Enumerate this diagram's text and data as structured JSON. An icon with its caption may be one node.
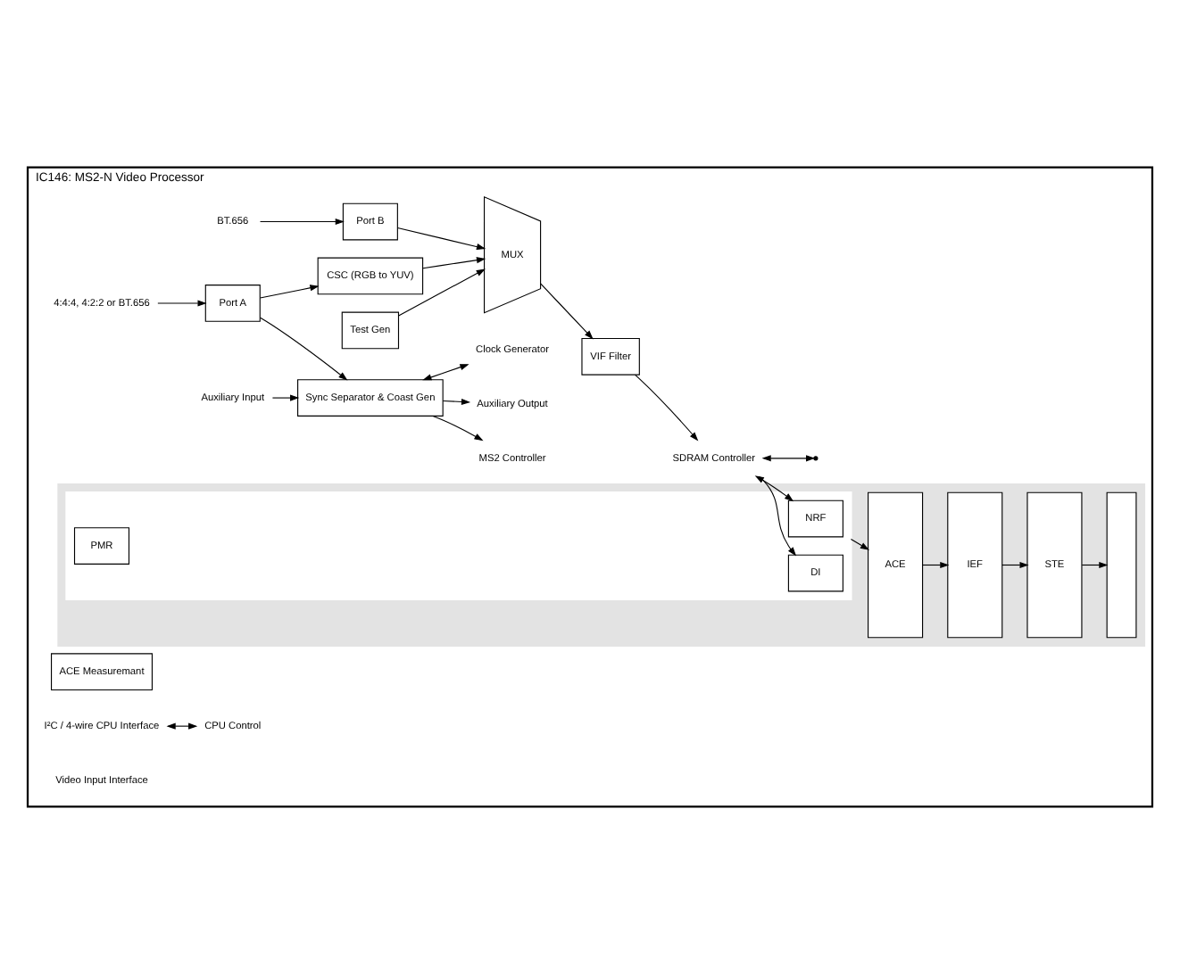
{
  "diagram": {
    "nodes": [
      {
        "text": [
          "IC146: MS2-N Video Processor"
        ]
      },
      {
        "text": [
          "BT.656"
        ],
        "in": 0
      },
      {
        "text": [
          "Port B"
        ],
        "in": 0
      },
      {
        "text": [
          "4:4:4, 4:2:2 or BT.656"
        ],
        "in": 0
      },
      {
        "text": [
          "Port A"
        ],
        "in": 0
      },
      {
        "text": [
          "Test Gen"
        ],
        "in": 0
      },
      {
        "text": [
          "CSC (RGB to YUV)"
        ],
        "in": 0
      },
      {
        "text": [
          "MUX"
        ],
        "in": 0
      },
      {
        "text": [
          "VIF Filter"
        ],
        "in": 0
      },
      {
        "text": [
          "ACE Measuremant"
        ],
        "in": 0
      },
      {
        "text": [
          "Auxiliary Input"
        ],
        "in": 0
      },
      {
        "text": [
          "Sync Separator & Coast Gen"
        ],
        "in": 0
      },
      {
        "text": [
          "Auxiliary Output"
        ],
        "in": 0
      },
      {
        "text": [
          "Clock Generator"
        ],
        "in": 0
      },
      {
        "text": [
          "I²C / 4-wire CPU Interface"
        ],
        "in": 0
      },
      {
        "text": [
          "CPU Control"
        ],
        "in": 0
      },
      {
        "text": [
          "SDRAM Controller"
        ],
        "in": 0
      },
      {
        "text": [],
        "shape": "box",
        "in": 0
      },
      {
        "text": [],
        "shape": "box",
        "in": 17
      },
      {
        "text": [
          "NRF"
        ],
        "in": 18
      },
      {
        "text": [
          "DI"
        ],
        "in": 18
      },
      {
        "text": [
          "PMR"
        ],
        "in": 18
      },
      {
        "text": [
          "ACE"
        ],
        "in": 17
      },
      {
        "text": [
          "IEF"
        ],
        "in": 17
      },
      {
        "text": [
          "STE"
        ],
        "in": 17
      },
      {
        "text": [],
        "shape": "box",
        "in": 17
      },
      {
        "text": [
          "MS2 Controller"
        ],
        "in": 0
      }
    ],
    "edges": [
      {
        "from": 1,
        "to": 2,
        "arrow": "to"
      },
      {
        "from": 3,
        "to": 4,
        "arrow": "to"
      },
      {
        "from": 5,
        "to": 7,
        "arrow": "to"
      },
      {
        "from": 2,
        "to": 7,
        "arrow": "to"
      },
      {
        "from": 4,
        "to": 6,
        "arrow": "to"
      },
      {
        "from": 6,
        "to": 7,
        "arrow": "to"
      },
      {
        "from": 7,
        "to": 8,
        "arrow": "to"
      },
      {
        "from": 4,
        "to": 11,
        "arrow": "to"
      },
      {
        "from": 10,
        "to": 11,
        "arrow": "to"
      },
      {
        "from": 11,
        "to": 12,
        "arrow": "to"
      },
      {
        "from": 11,
        "to": 13,
        "arrow": "both"
      },
      {
        "from": 14,
        "to": 15,
        "arrow": "both"
      },
      {
        "from": 8,
        "to": 16,
        "arrow": "to"
      },
      {
        "from": 16,
        "to": 19,
        "arrow": "both"
      },
      {
        "from": 16,
        "to": 20,
        "arrow": "to"
      },
      {
        "from": 11,
        "to": 26,
        "arrow": "to"
      },
      {
        "from": 16,
        "to": null,
        "arrow": "both"
      },
      {
        "from": 18,
        "to": 22,
        "arrow": "to"
      },
      {
        "from": 22,
        "to": 23,
        "arrow": "to"
      },
      {
        "from": 23,
        "to": 24,
        "arrow": "to"
      },
      {
        "from": 24,
        "to": 25,
        "arrow": "to"
      }
    ],
    "labels": [
      "Video Input Interface"
    ]
  }
}
